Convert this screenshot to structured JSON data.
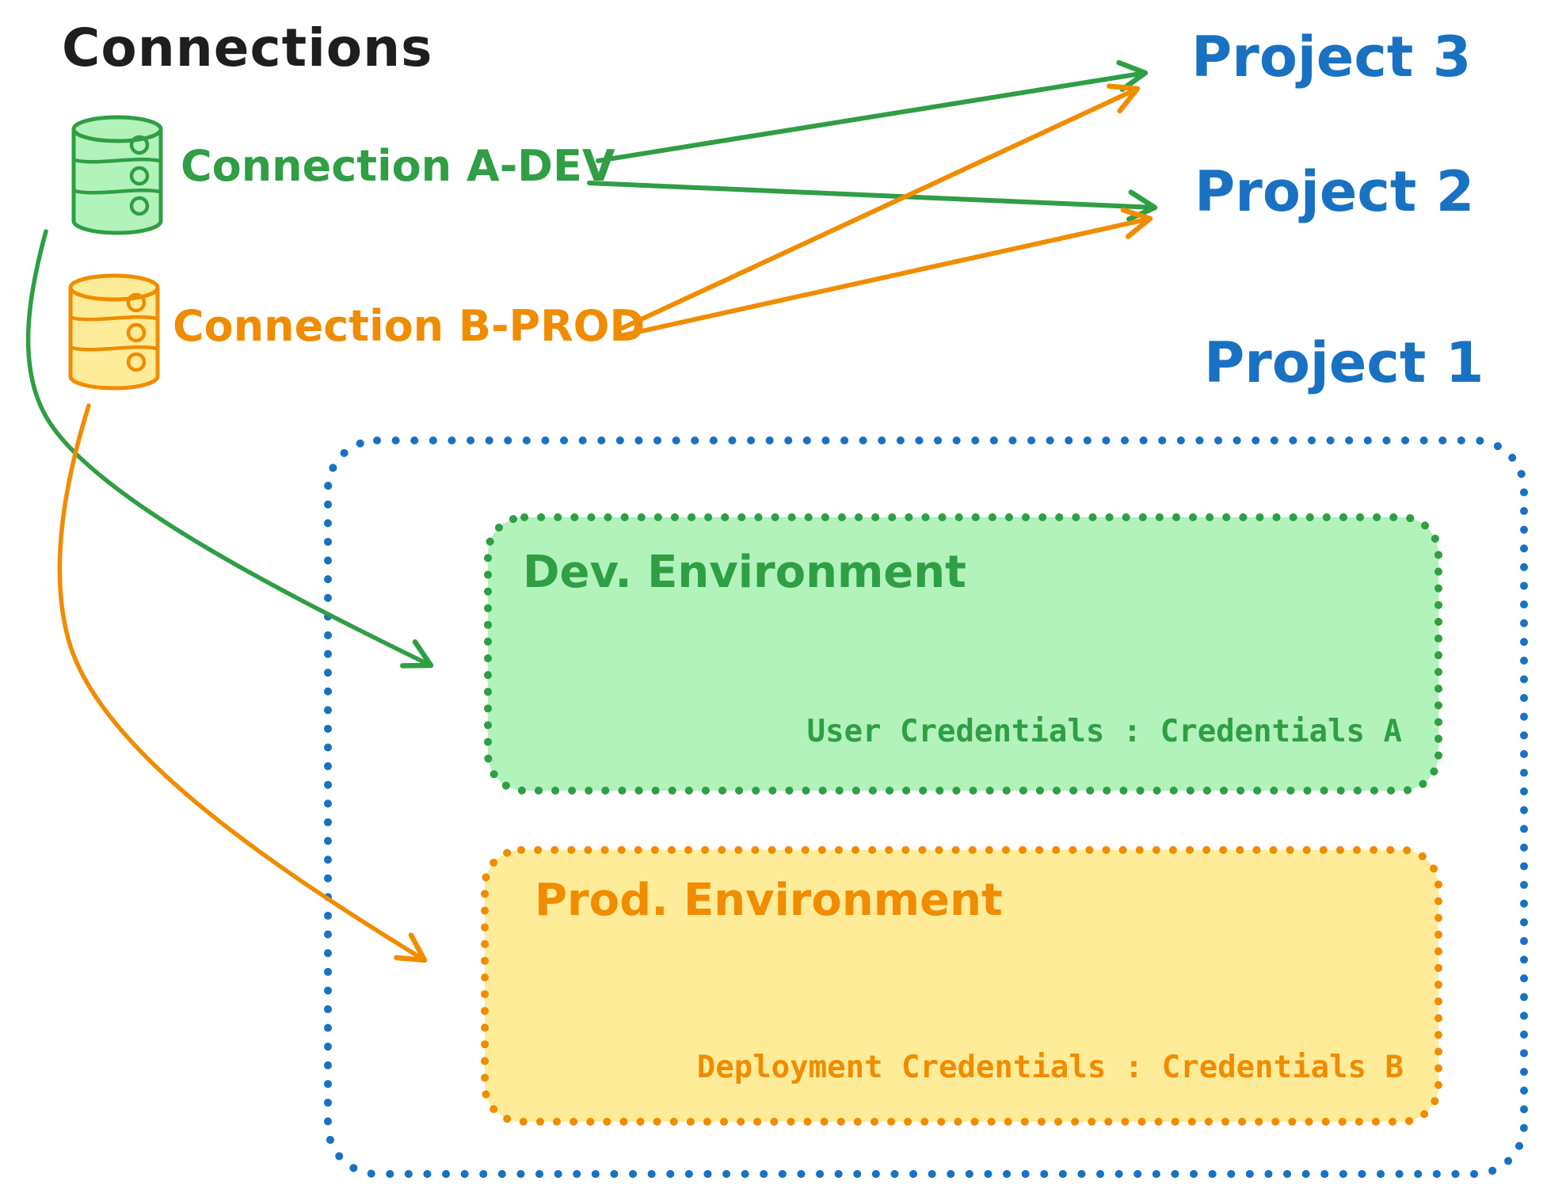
{
  "diagram": {
    "title": "Connections",
    "connections": [
      {
        "id": "a-dev",
        "label": "Connection A-DEV",
        "icon": "database-icon",
        "color": "#2f9e44",
        "fill": "#b2f2bb"
      },
      {
        "id": "b-prod",
        "label": "Connection B-PROD",
        "icon": "database-icon",
        "color": "#f08c00",
        "fill": "#ffec99"
      }
    ],
    "projects": [
      {
        "id": "project-3",
        "label": "Project 3"
      },
      {
        "id": "project-2",
        "label": "Project 2"
      },
      {
        "id": "project-1",
        "label": "Project 1"
      }
    ],
    "project1_detail": {
      "environments": [
        {
          "id": "dev-environment",
          "title": "Dev. Environment",
          "credentials": "User Credentials : Credentials A",
          "stroke": "#2f9e44",
          "fill": "#b2f2bb"
        },
        {
          "id": "prod-environment",
          "title": "Prod. Environment",
          "credentials": "Deployment Credentials : Credentials B",
          "stroke": "#f08c00",
          "fill": "#ffec99"
        }
      ],
      "container_color": "#1971c2"
    },
    "edges": [
      {
        "from": "Connection A-DEV",
        "to": "Project 3",
        "color": "#2f9e44",
        "style": "straight"
      },
      {
        "from": "Connection A-DEV",
        "to": "Project 2",
        "color": "#2f9e44",
        "style": "straight"
      },
      {
        "from": "Connection B-PROD",
        "to": "Project 3",
        "color": "#f08c00",
        "style": "straight"
      },
      {
        "from": "Connection B-PROD",
        "to": "Project 2",
        "color": "#f08c00",
        "style": "straight"
      },
      {
        "from": "Connection A-DEV",
        "to": "Dev. Environment",
        "color": "#2f9e44",
        "style": "curved"
      },
      {
        "from": "Connection B-PROD",
        "to": "Prod. Environment",
        "color": "#f08c00",
        "style": "curved"
      }
    ],
    "palette": {
      "black": "#1e1e1e",
      "green": "#2f9e44",
      "green_fill": "#b2f2bb",
      "orange": "#f08c00",
      "orange_fill": "#ffec99",
      "blue": "#1971c2"
    }
  }
}
